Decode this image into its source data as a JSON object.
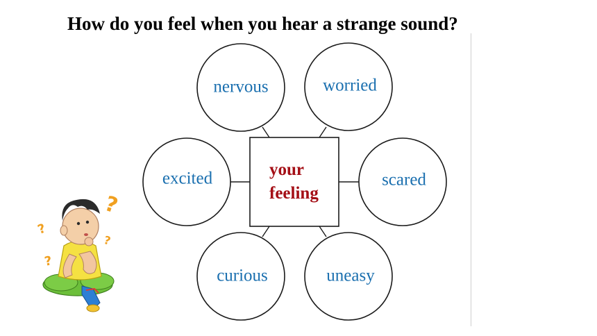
{
  "question": "How do you feel when you hear a strange sound?",
  "center": {
    "line1": "your",
    "line2": "feeling"
  },
  "feelings": [
    "nervous",
    "worried",
    "excited",
    "scared",
    "curious",
    "uneasy"
  ],
  "colors": {
    "word": "#1a6faf",
    "center": "#a40f16",
    "question_marks": "#f0a020"
  }
}
